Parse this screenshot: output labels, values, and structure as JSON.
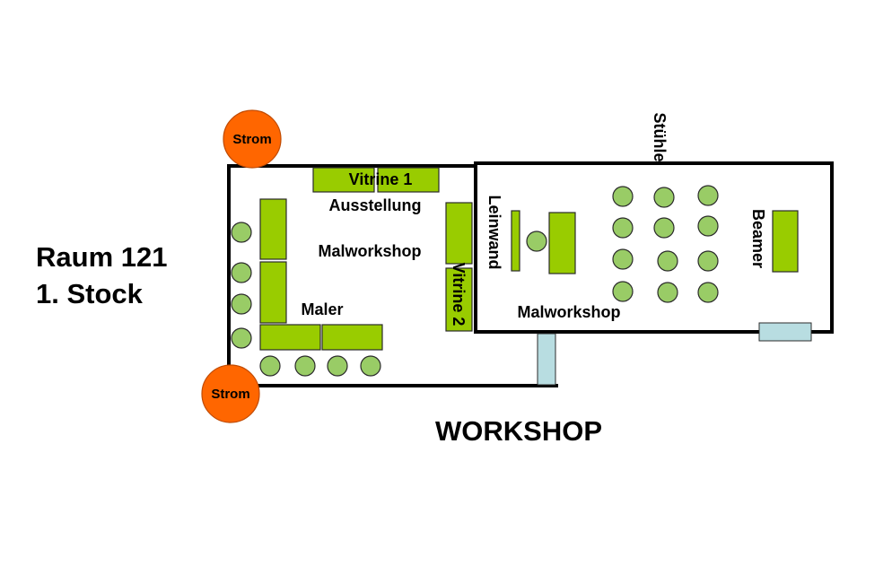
{
  "room": {
    "name": "Raum 121",
    "floor": "1. Stock"
  },
  "title": "WORKSHOP",
  "labels": {
    "vitrine1": "Vitrine 1",
    "vitrine2": "Vitrine 2",
    "ausstellung": "Ausstellung",
    "malworkshop_left": "Malworkshop",
    "malworkshop_right": "Malworkshop",
    "maler": "Maler",
    "leinwand": "Leinwand",
    "stuehle": "Stühle",
    "beamer": "Beamer",
    "strom_top": "Strom",
    "strom_bottom": "Strom"
  },
  "colors": {
    "table": "#99cc00",
    "chair": "#99cc66",
    "door": "#b8dde1",
    "power": "#ff6600"
  }
}
